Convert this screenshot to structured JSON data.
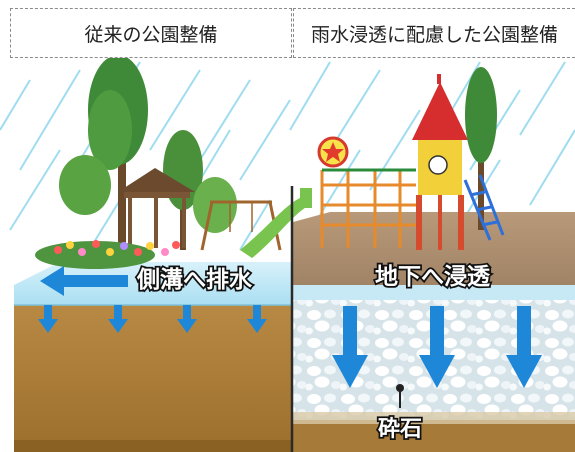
{
  "header": {
    "left_title": "従来の公園整備",
    "right_title": "雨水浸透に配慮した公園整備"
  },
  "left_panel": {
    "flow_label": "側溝へ排水"
  },
  "right_panel": {
    "flow_label": "地下へ浸透",
    "gravel_label": "砕石"
  },
  "colors": {
    "sky": "#ffffff",
    "rain": "#8fd6ee",
    "surface_water": "#bfe8f6",
    "soil": "#a77a36",
    "gravel_bg": "#cfe0e8",
    "arrow_blue": "#1e87d8",
    "divider": "#2a2a2a"
  }
}
